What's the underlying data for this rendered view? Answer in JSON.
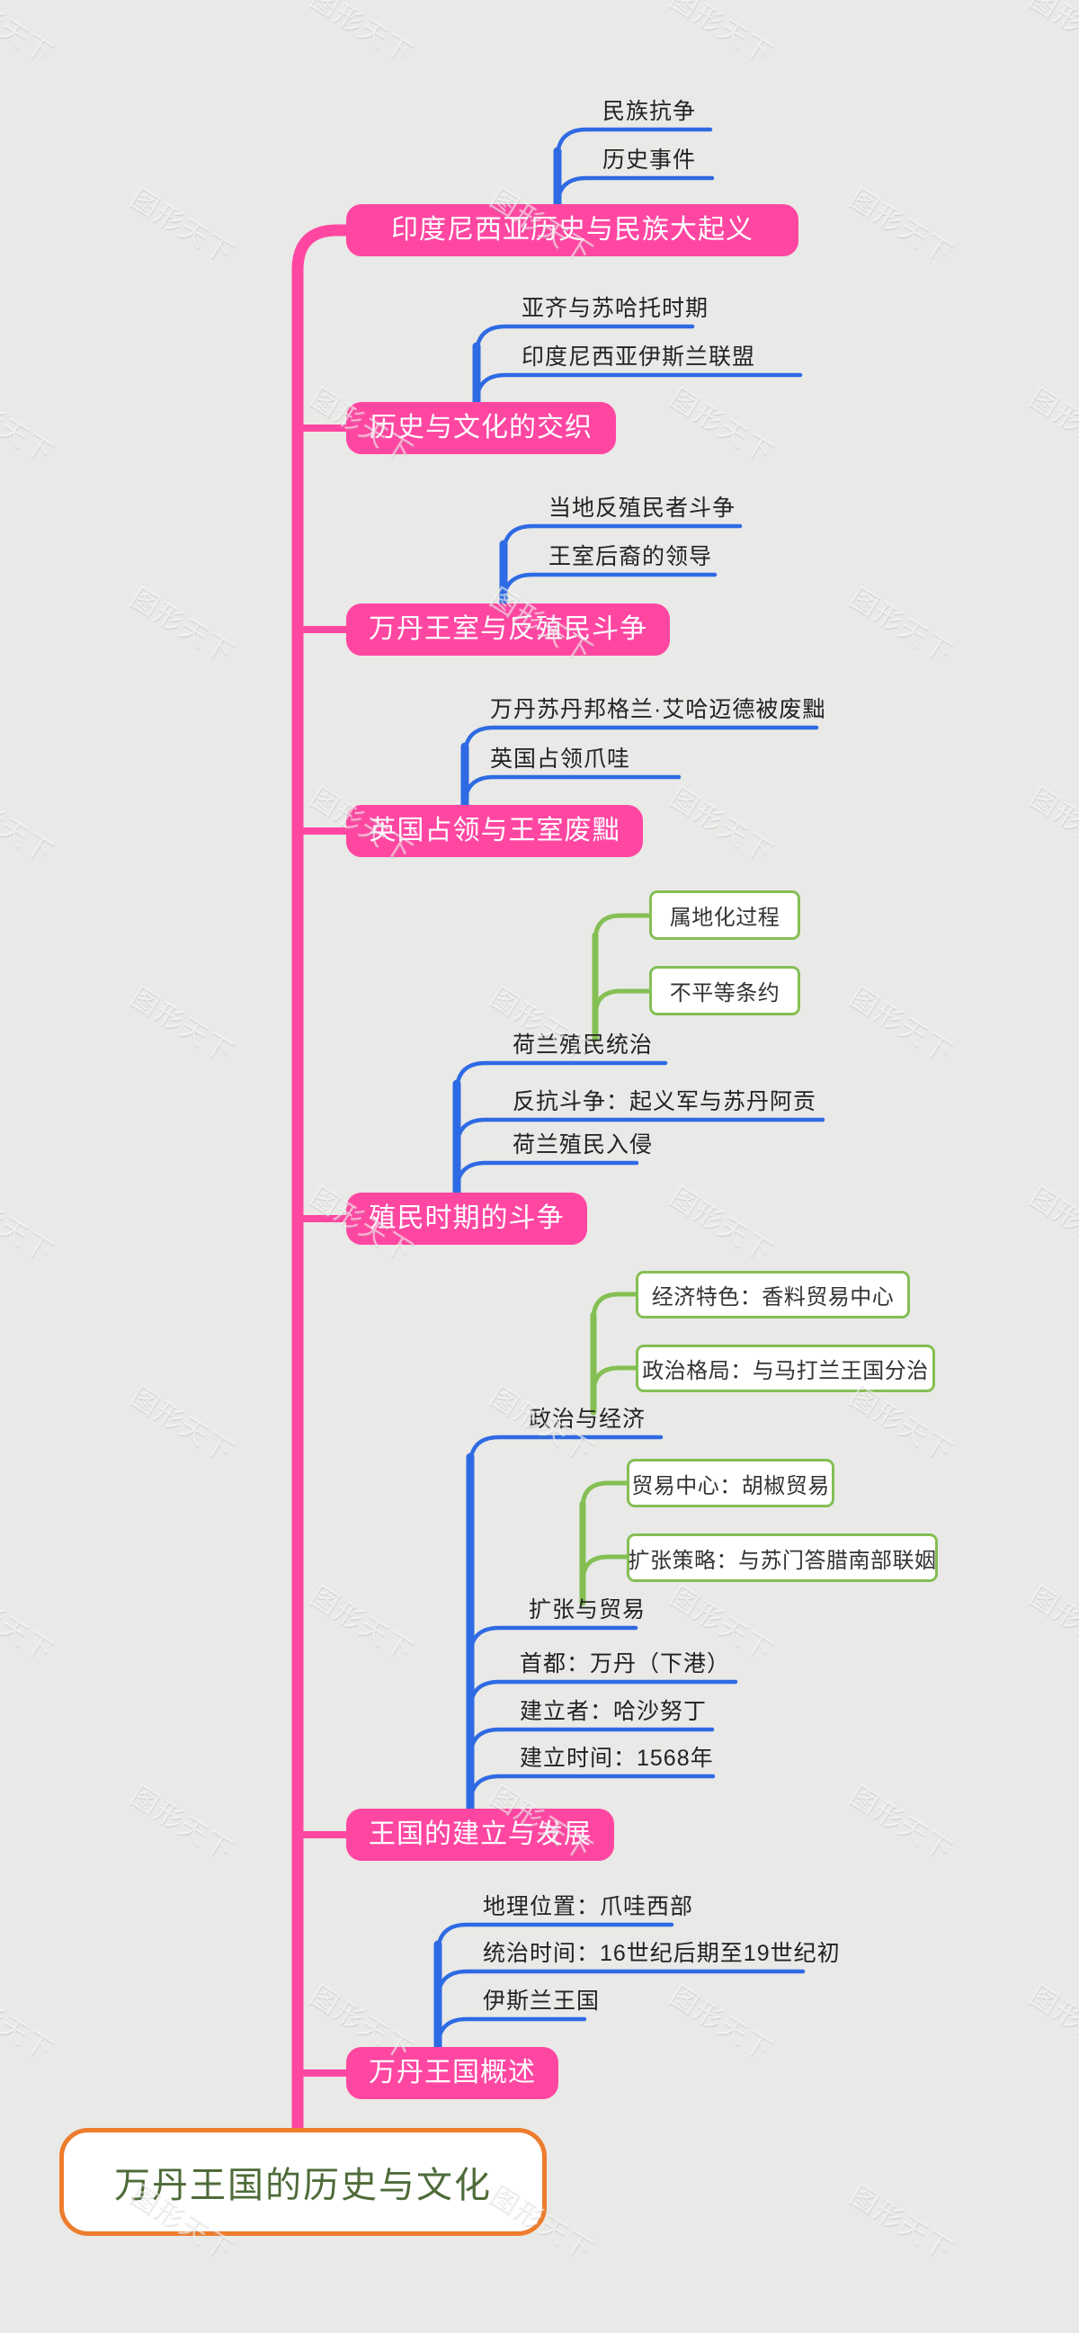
{
  "root": {
    "label": "万丹王国的历史与文化"
  },
  "watermark": {
    "text": "图形天下"
  },
  "colors": {
    "background": "#e9e9e7",
    "trunk_pink": "#ff47a2",
    "branch_blue": "#2e6ae3",
    "branch_green": "#84bf53",
    "root_border_orange": "#ee7c2d",
    "root_text_green": "#4e6b38",
    "topic_text": "#ffffff",
    "label_text": "#222222"
  },
  "branches": [
    {
      "label": "印度尼西亚历史与民族大起义",
      "children": [
        {
          "label": "民族抗争"
        },
        {
          "label": "历史事件"
        }
      ]
    },
    {
      "label": "历史与文化的交织",
      "children": [
        {
          "label": "亚齐与苏哈托时期"
        },
        {
          "label": "印度尼西亚伊斯兰联盟"
        }
      ]
    },
    {
      "label": "万丹王室与反殖民斗争",
      "children": [
        {
          "label": "当地反殖民者斗争"
        },
        {
          "label": "王室后裔的领导"
        }
      ]
    },
    {
      "label": "英国占领与王室废黜",
      "children": [
        {
          "label": "万丹苏丹邦格兰·艾哈迈德被废黜"
        },
        {
          "label": "英国占领爪哇"
        }
      ]
    },
    {
      "label": "殖民时期的斗争",
      "children": [
        {
          "label": "荷兰殖民统治",
          "sub": [
            {
              "label": "属地化过程"
            },
            {
              "label": "不平等条约"
            }
          ]
        },
        {
          "label": "反抗斗争：起义军与苏丹阿贡"
        },
        {
          "label": "荷兰殖民入侵"
        }
      ]
    },
    {
      "label": "王国的建立与发展",
      "children": [
        {
          "label": "政治与经济",
          "sub": [
            {
              "label": "经济特色：香料贸易中心"
            },
            {
              "label": "政治格局：与马打兰王国分治"
            }
          ]
        },
        {
          "label": "扩张与贸易",
          "sub": [
            {
              "label": "贸易中心：胡椒贸易"
            },
            {
              "label": "扩张策略：与苏门答腊南部联姻"
            }
          ]
        },
        {
          "label": "首都：万丹（下港）"
        },
        {
          "label": "建立者：哈沙努丁"
        },
        {
          "label": "建立时间：1568年"
        }
      ]
    },
    {
      "label": "万丹王国概述",
      "children": [
        {
          "label": "地理位置：爪哇西部"
        },
        {
          "label": "统治时间：16世纪后期至19世纪初"
        },
        {
          "label": "伊斯兰王国"
        }
      ]
    }
  ]
}
